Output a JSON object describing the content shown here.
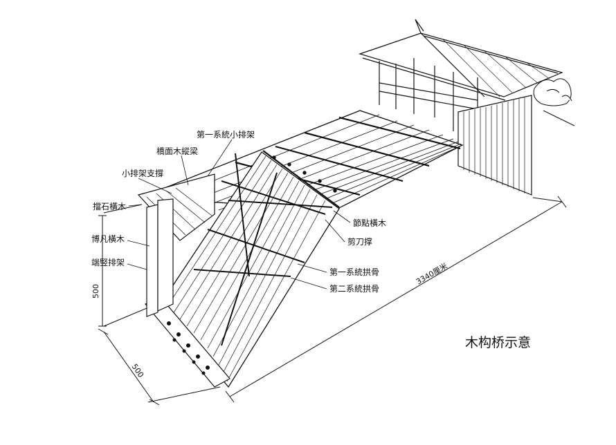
{
  "caption": "木构桥示意",
  "labels": {
    "first_small_frame": "第一系統小排架",
    "deck_stringer": "橋面木縱梁",
    "small_frame_brace": "小排架支撐",
    "retaining_timber": "擋石橫木",
    "bofan_timber": "博凡橫木",
    "end_frame": "端竪排架",
    "joint_timber": "節點橫木",
    "scissor_brace": "剪刀撑",
    "first_arch_ribs": "第一系統拱骨",
    "second_arch_ribs": "第二系統拱骨"
  },
  "dimensions": {
    "length": "3340厘米",
    "height": "500",
    "width": "500"
  },
  "colors": {
    "ink": "#111111",
    "paper": "#ffffff"
  }
}
